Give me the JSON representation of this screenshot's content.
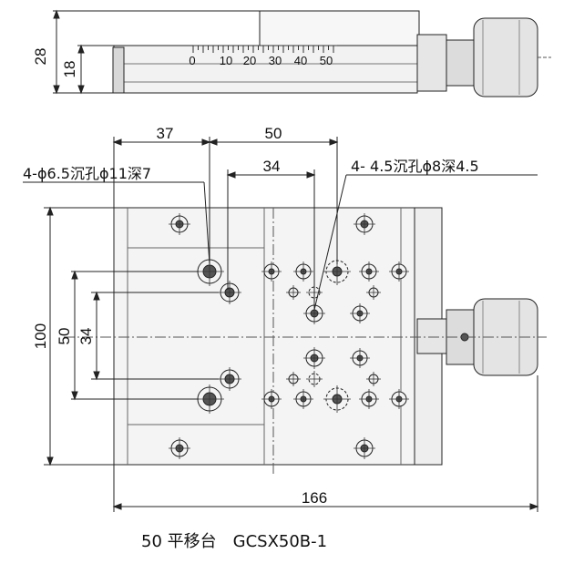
{
  "side_view": {
    "height_total": "28",
    "height_base": "18",
    "scale_ticks": [
      "0",
      "10",
      "20",
      "30",
      "40",
      "50"
    ]
  },
  "top_view": {
    "dim_37": "37",
    "dim_50_top": "50",
    "dim_34_top": "34",
    "hole_note_left": "4-ϕ6.5沉孔ϕ11深7",
    "hole_note_right": "4- 4.5沉孔ϕ8深4.5",
    "dim_100": "100",
    "dim_50_left": "50",
    "dim_34_left": "34",
    "dim_166": "166"
  },
  "caption": "50 平移台　GCSX50B-1"
}
